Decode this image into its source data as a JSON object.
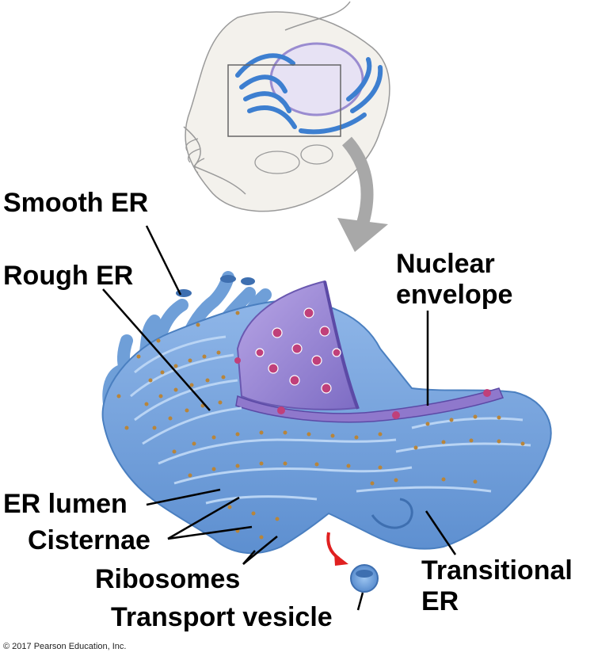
{
  "labels": {
    "smooth_er": "Smooth ER",
    "rough_er": "Rough ER",
    "nuclear_envelope_line1": "Nuclear",
    "nuclear_envelope_line2": "envelope",
    "er_lumen": "ER lumen",
    "cisternae": "Cisternae",
    "ribosomes": "Ribosomes",
    "transport_vesicle": "Transport vesicle",
    "transitional_er_line1": "Transitional",
    "transitional_er_line2": "ER"
  },
  "copyright": "© 2017 Pearson Education, Inc.",
  "colors": {
    "er_blue": "#6f9fd8",
    "er_dark": "#4a7fc0",
    "nucleus_purple": "#9a8cd0",
    "pore_pink": "#c0407a",
    "ribosome": "#b8853a",
    "arrow_gray": "#a8a8a8",
    "arrow_red": "#e02020"
  }
}
